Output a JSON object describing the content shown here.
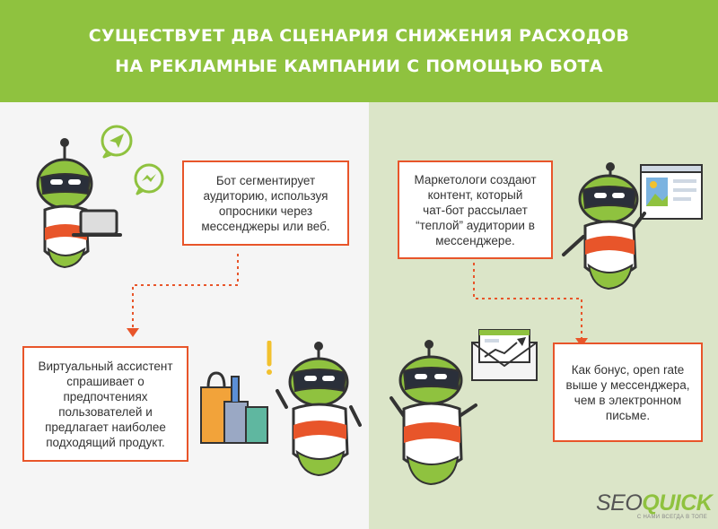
{
  "header": {
    "line1": "СУЩЕСТВУЕТ ДВА СЦЕНАРИЯ СНИЖЕНИЯ РАСХОДОВ",
    "line2": "НА РЕКЛАМНЫЕ КАМПАНИИ С ПОМОЩЬЮ БОТА"
  },
  "cards": {
    "segment": "Бот сегментирует\nаудиторию, используя\nопросники через\nмессенджеры или веб.",
    "assistant": "Виртуальный ассистент\nспрашивает о\nпредпочтениях\nпользователей и\nпредлагает наиболее\nподходящий продукт.",
    "marketers": "Маркетологи создают\nконтент, который\nчат-бот рассылает\n“теплой” аудитории в\nмессенджере.",
    "bonus": "Как бонус, open rate\nвыше у мессенджера,\nчем в электронном\nписьме."
  },
  "logo": {
    "seo": "SEO",
    "quick": "QUICK",
    "tagline": "С НАМИ ВСЕГДА В ТОПЕ"
  },
  "colors": {
    "header_green": "#8fc23f",
    "accent_orange": "#e8552a",
    "robot_green": "#8fc23f",
    "visor_dark": "#2a2f3a",
    "right_bg": "#dbe5c8",
    "left_bg": "#f5f5f5"
  },
  "icons": [
    "telegram-icon",
    "messenger-icon",
    "laptop-icon",
    "shopping-bags-icon",
    "exclamation-icon",
    "email-envelope-icon",
    "webpage-mockup-icon"
  ]
}
